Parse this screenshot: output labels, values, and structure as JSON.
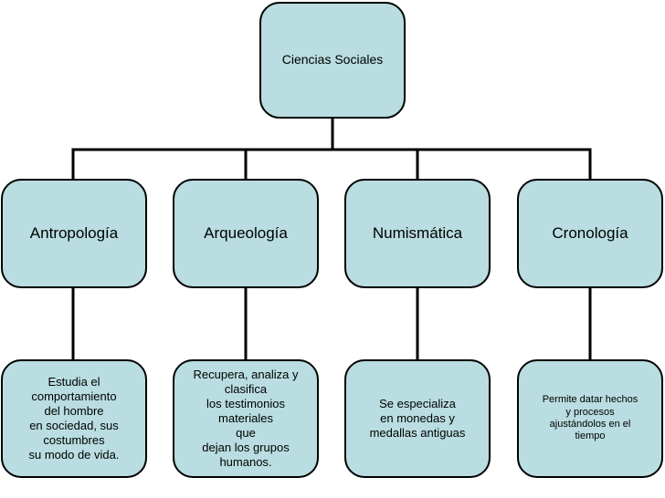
{
  "diagram": {
    "root": {
      "label": "Ciencias Sociales"
    },
    "branches": [
      {
        "label": "Antropología",
        "description": "Estudia el\ncomportamiento\ndel hombre\nen sociedad, sus\ncostumbres\nsu modo de vida."
      },
      {
        "label": "Arqueología",
        "description": "Recupera, analiza y\nclasifica\nlos testimonios\nmateriales\nque\ndejan los grupos\nhumanos."
      },
      {
        "label": "Numismática",
        "description": "Se especializa\nen monedas y\nmedallas antiguas"
      },
      {
        "label": "Cronología",
        "description": "Permite datar hechos\ny procesos\najustándolos en el\ntiempo"
      }
    ],
    "colors": {
      "box_fill": "#b9dde0",
      "box_border": "#000000",
      "connector": "#000000"
    }
  }
}
